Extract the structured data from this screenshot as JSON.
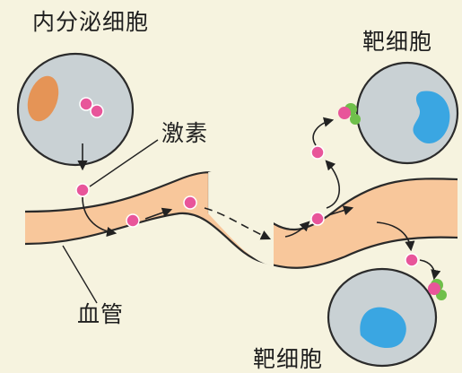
{
  "labels": {
    "endocrine_cell": "内分泌细胞",
    "hormone": "激素",
    "blood_vessel": "血管",
    "target_cell_top": "靶细胞",
    "target_cell_bottom": "靶细胞"
  },
  "colors": {
    "background": "#f6f3df",
    "cell_fill": "#c9d1d4",
    "cell_outline": "#2b2b2b",
    "endocrine_nucleus": "#e59456",
    "target_nucleus": "#3aa6e2",
    "vessel_fill": "#f8c79b",
    "vessel_outline": "#2a2a2a",
    "hormone": "#e8559a",
    "receptor": "#6fbf4a"
  }
}
